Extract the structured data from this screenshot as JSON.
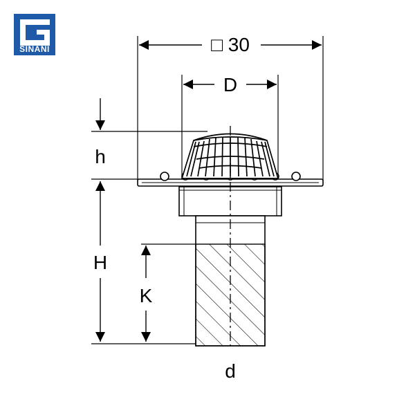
{
  "logo": {
    "text": "SINANI",
    "color": "#1f5aa8"
  },
  "dimensions": {
    "overall_width": "□ 30",
    "grate_diameter": "D",
    "grate_height": "h",
    "total_height": "H",
    "insulation_height": "K",
    "pipe_diameter": "d"
  }
}
